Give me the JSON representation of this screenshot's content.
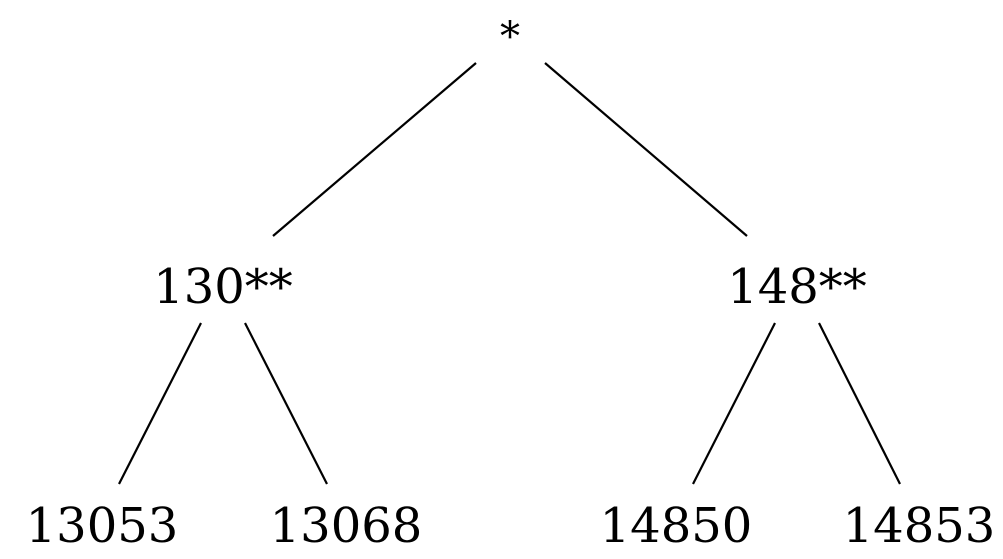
{
  "tree": {
    "root": {
      "label": "*"
    },
    "level1": [
      {
        "label": "130**"
      },
      {
        "label": "148**"
      }
    ],
    "leaves": [
      {
        "label": "13053"
      },
      {
        "label": "13068"
      },
      {
        "label": "14850"
      },
      {
        "label": "14853"
      }
    ]
  },
  "colors": {
    "line": "#000000",
    "text": "#000000",
    "background": "#ffffff"
  }
}
